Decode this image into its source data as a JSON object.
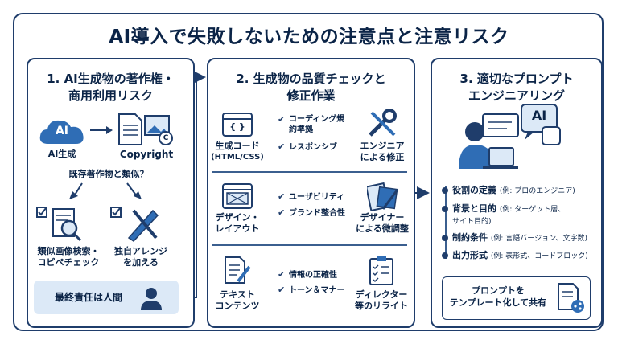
{
  "title": "AI導入で失敗しないための注意点と注意リスク",
  "panel1": {
    "title_line1": "1. AI生成物の著作権・",
    "title_line2": "商用利用リスク",
    "ai_badge": "AI",
    "ai_label": "AI生成",
    "copyright_label": "Copyright",
    "copyright_mark": "C",
    "question": "既存著作物と類似？",
    "left_label_1": "類似画像検索・",
    "left_label_2": "コピペチェック",
    "right_label_1": "独自アレンジ",
    "right_label_2": "を加える",
    "final": "最終責任は人間"
  },
  "panel2": {
    "title_line1": "2. 生成物の品質チェックと",
    "title_line2": "修正作業",
    "rows": [
      {
        "label_1": "生成コード",
        "label_2": "(HTML/CSS)",
        "checks": [
          "コーディング規約準拠",
          "レスポンシブ"
        ],
        "result_1": "エンジニア",
        "result_2": "による修正"
      },
      {
        "label_1": "デザイン・",
        "label_2": "レイアウト",
        "checks": [
          "ユーザビリティ",
          "ブランド整合性"
        ],
        "result_1": "デザイナー",
        "result_2": "による微調整"
      },
      {
        "label_1": "テキスト",
        "label_2": "コンテンツ",
        "checks": [
          "情報の正確性",
          "トーン＆マナー"
        ],
        "result_1": "ディレクター",
        "result_2": "等のリライト"
      }
    ],
    "code_glyph": "{ }"
  },
  "panel3": {
    "title_line1": "3. 適切なプロンプト",
    "title_line2": "エンジニアリング",
    "ai_bubble": "AI",
    "steps": [
      {
        "label": "役割の定義",
        "example": "(例: プロのエンジニア)"
      },
      {
        "label": "背景と目的",
        "example": "(例: ターゲット層、",
        "example2": "サイト目的)"
      },
      {
        "label": "制約条件",
        "example": "(例: 言語バージョン、文字数)"
      },
      {
        "label": "出力形式",
        "example": "(例: 表形式、コードブロック)"
      }
    ],
    "share_1": "プロンプトを",
    "share_2": "テンプレート化して共有"
  },
  "colors": {
    "navy": "#0b2447",
    "accent": "#1f3d6b",
    "light": "#dce9f7"
  }
}
